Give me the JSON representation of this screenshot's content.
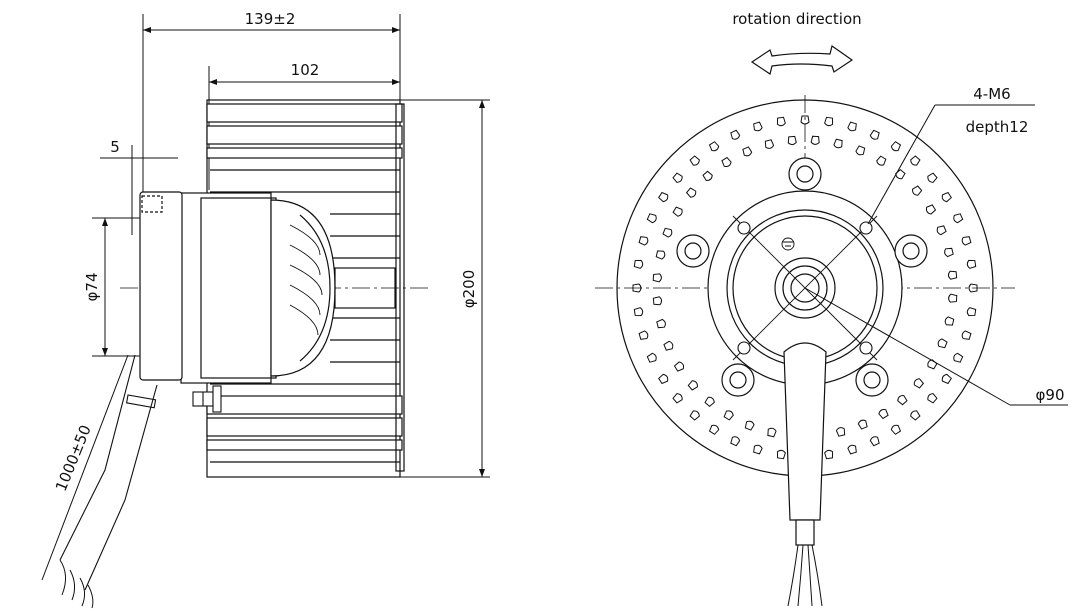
{
  "side_view": {
    "overall_length": "139±2",
    "body_length": "102",
    "offset": "5",
    "shaft_diameter": "φ74",
    "outer_diameter": "φ200",
    "cable_length": "1000±50"
  },
  "front_view": {
    "rotation_label": "rotation direction",
    "hole_spec": "4-M6",
    "hole_depth": "depth12",
    "bolt_circle": "φ90"
  },
  "colors": {
    "line": "#111111",
    "background": "#ffffff"
  }
}
